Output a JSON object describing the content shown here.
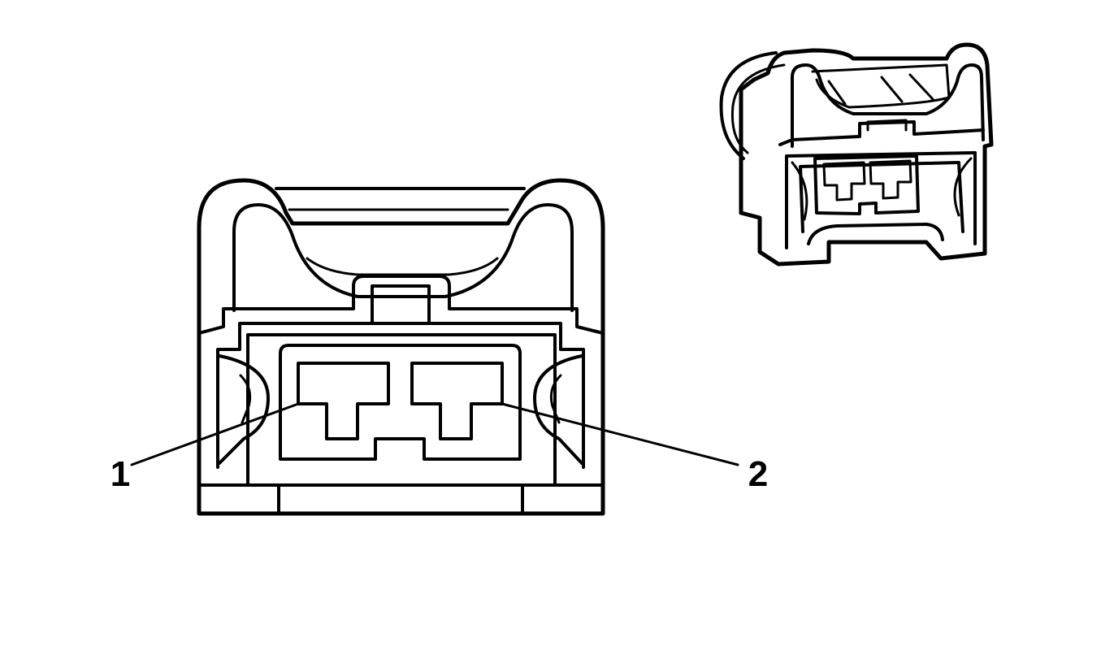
{
  "diagram": {
    "stroke_color": "#000000",
    "background_color": "#ffffff",
    "callouts": [
      {
        "id": "1",
        "label": "1"
      },
      {
        "id": "2",
        "label": "2"
      }
    ]
  }
}
